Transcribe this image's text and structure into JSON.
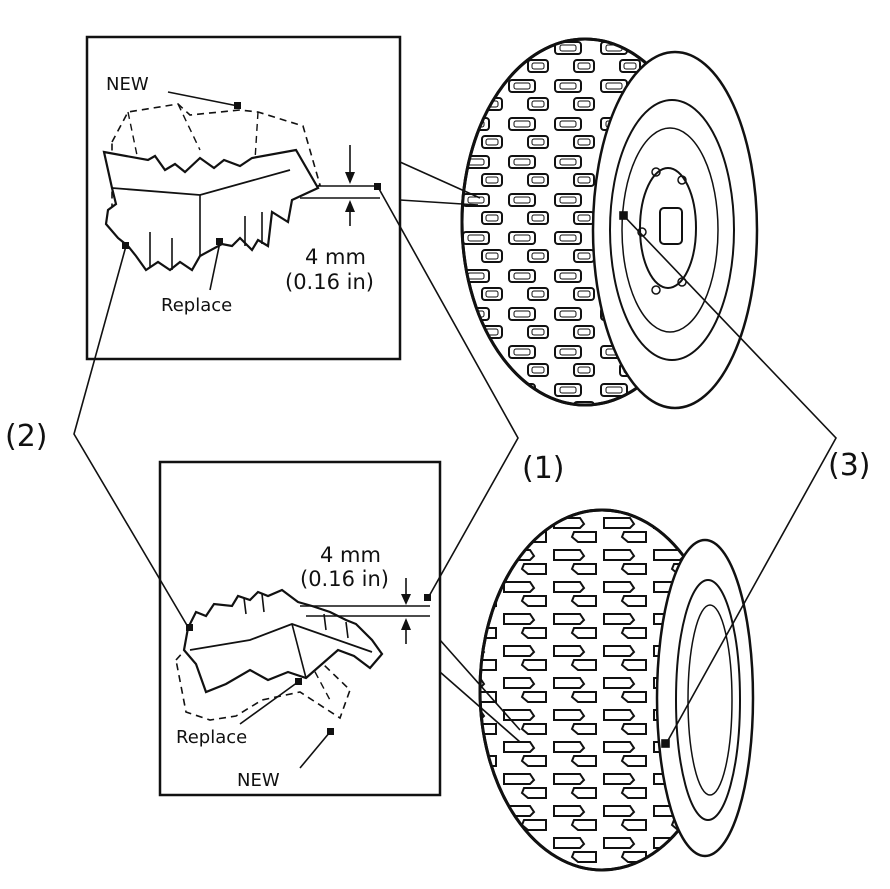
{
  "colors": {
    "line": "#111111",
    "background": "#ffffff"
  },
  "inset_top": {
    "new_label": "NEW",
    "replace_label": "Replace",
    "depth_mm": "4 mm",
    "depth_in": "(0.16 in)"
  },
  "inset_bottom": {
    "new_label": "NEW",
    "replace_label": "Replace",
    "depth_mm": "4 mm",
    "depth_in": "(0.16 in)"
  },
  "callouts": {
    "c1": "(1)",
    "c2": "(2)",
    "c3": "(3)"
  }
}
